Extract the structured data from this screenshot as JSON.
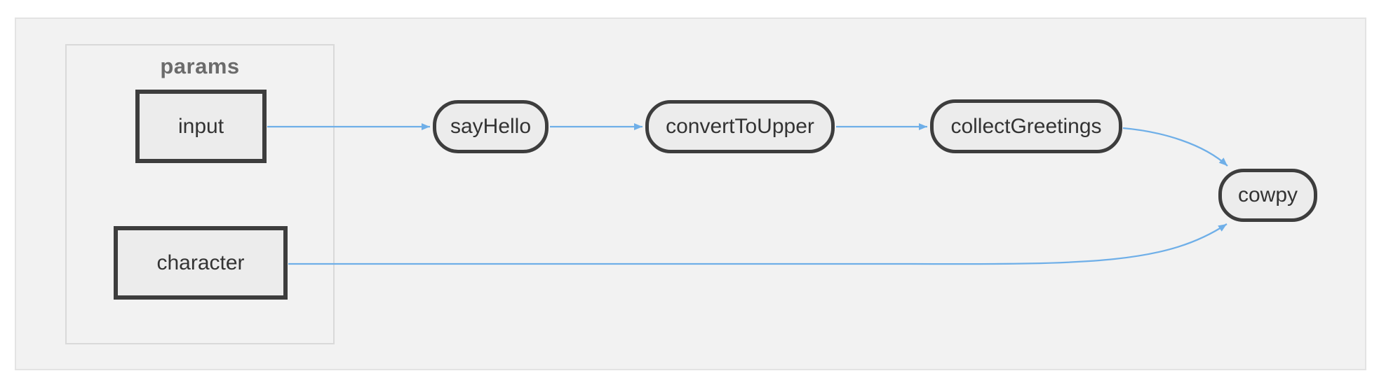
{
  "diagram": {
    "cluster": {
      "label": "params"
    },
    "nodes": {
      "input": {
        "label": "input",
        "type": "param"
      },
      "character": {
        "label": "character",
        "type": "param"
      },
      "sayHello": {
        "label": "sayHello",
        "type": "function"
      },
      "convertToUpper": {
        "label": "convertToUpper",
        "type": "function"
      },
      "collectGreetings": {
        "label": "collectGreetings",
        "type": "function"
      },
      "cowpy": {
        "label": "cowpy",
        "type": "function"
      }
    },
    "edges": [
      {
        "from": "input",
        "to": "sayHello"
      },
      {
        "from": "sayHello",
        "to": "convertToUpper"
      },
      {
        "from": "convertToUpper",
        "to": "collectGreetings"
      },
      {
        "from": "collectGreetings",
        "to": "cowpy"
      },
      {
        "from": "character",
        "to": "cowpy"
      }
    ],
    "colors": {
      "edge": "#6fafe8",
      "node_fill": "#ececec",
      "node_border": "#3d3d3d",
      "node_text": "#333333",
      "frame_fill": "#f2f2f2",
      "frame_border": "#e3e3e3",
      "cluster_border": "#d9d9d9",
      "cluster_label_color": "#6b6b6b"
    }
  }
}
